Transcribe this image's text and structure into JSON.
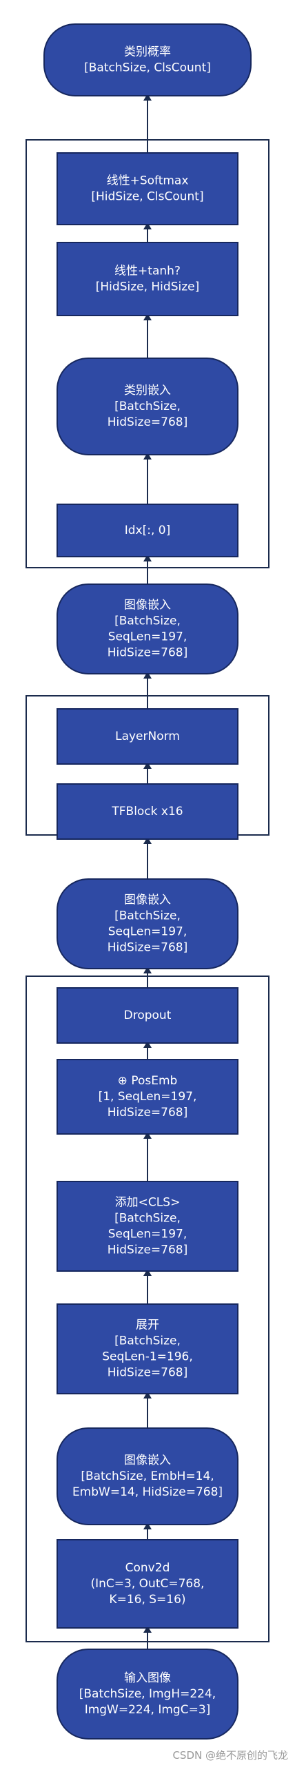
{
  "colors": {
    "node_fill": "#2f4aa4",
    "node_stroke": "#16275e",
    "text": "#ffffff",
    "frame": "#1b2b4d",
    "arrow": "#1b2b4d"
  },
  "nodes": {
    "probs": {
      "lines": [
        "类别概率",
        "[BatchSize, ClsCount]"
      ]
    },
    "linear_sm": {
      "lines": [
        "线性+Softmax",
        "[HidSize, ClsCount]"
      ]
    },
    "linear_tanh": {
      "lines": [
        "线性+tanh?",
        "[HidSize, HidSize]"
      ]
    },
    "cls_emb": {
      "lines": [
        "类别嵌入",
        "[BatchSize,",
        "HidSize=768]"
      ]
    },
    "idx": {
      "lines": [
        "Idx[:, 0]"
      ]
    },
    "img_emb_3": {
      "lines": [
        "图像嵌入",
        "[BatchSize,",
        "SeqLen=197,",
        "HidSize=768]"
      ]
    },
    "layernorm": {
      "lines": [
        "LayerNorm"
      ]
    },
    "tfblock": {
      "lines": [
        "TFBlock x16"
      ]
    },
    "img_emb_2": {
      "lines": [
        "图像嵌入",
        "[BatchSize,",
        "SeqLen=197,",
        "HidSize=768]"
      ]
    },
    "dropout": {
      "lines": [
        "Dropout"
      ]
    },
    "posemb": {
      "lines": [
        "⊕ PosEmb",
        "[1, SeqLen=197,",
        "HidSize=768]"
      ]
    },
    "add_cls": {
      "lines": [
        "添加<CLS>",
        "[BatchSize,",
        "SeqLen=197,",
        "HidSize=768]"
      ]
    },
    "flatten": {
      "lines": [
        "展开",
        "[BatchSize,",
        "SeqLen-1=196,",
        "HidSize=768]"
      ]
    },
    "img_emb_1": {
      "lines": [
        "图像嵌入",
        "[BatchSize, EmbH=14,",
        "EmbW=14, HidSize=768]"
      ]
    },
    "conv2d": {
      "lines": [
        "Conv2d",
        "(InC=3, OutC=768,",
        "K=16, S=16)"
      ]
    },
    "input_img": {
      "lines": [
        "输入图像",
        "[BatchSize, ImgH=224,",
        "ImgW=224, ImgC=3]"
      ]
    }
  },
  "watermark": "CSDN @绝不原创的飞龙"
}
